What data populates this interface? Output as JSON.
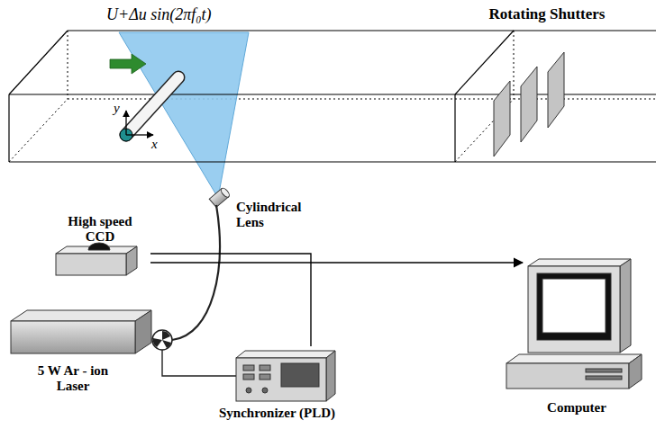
{
  "diagram": {
    "nodes": [
      {
        "text": [
          "Rotating Shutters"
        ]
      },
      {
        "text": [
          "Cylindrical Lens"
        ]
      },
      {
        "text": [
          "High speed CCD"
        ]
      },
      {
        "text": [
          "5 W Ar - ion Laser"
        ]
      },
      {
        "text": [
          "Synchronizer (PLD)"
        ]
      },
      {
        "text": [
          "Computer"
        ]
      }
    ],
    "edges": [
      {
        "from": 2,
        "to": 5,
        "arrow": "to"
      },
      {
        "from": 2,
        "to": 4,
        "arrow": "none"
      }
    ],
    "labels": [
      "U+Δu sin(2πf₀t)",
      "y",
      "x"
    ]
  }
}
